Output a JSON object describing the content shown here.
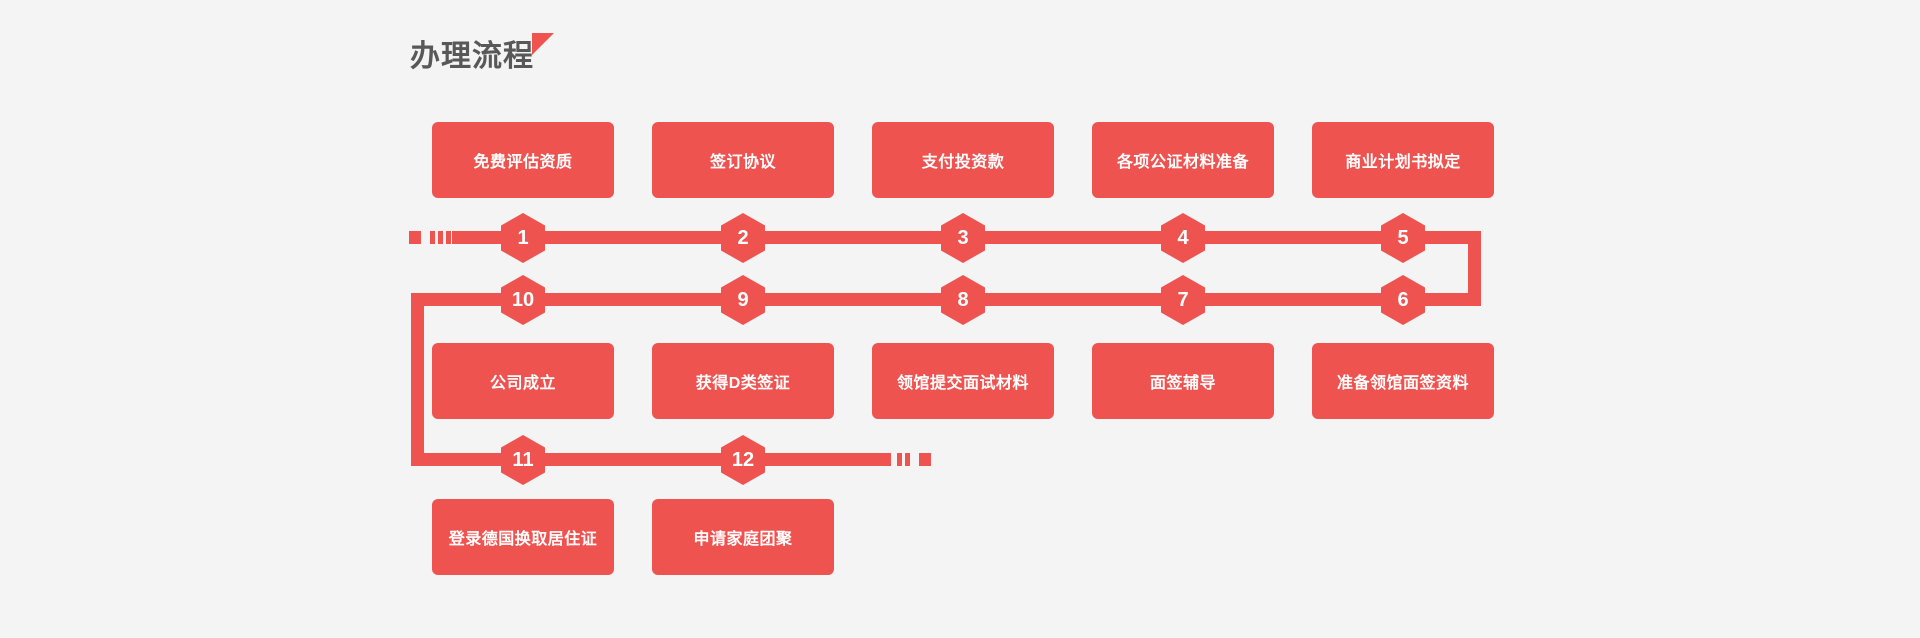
{
  "page": {
    "background_color": "#f4f4f4",
    "accent_color": "#ef5350",
    "title_color": "#585858"
  },
  "header": {
    "title": "办理流程",
    "accent_shape": "triangle"
  },
  "flow": {
    "rows": [
      {
        "row_index": 1,
        "direction": "left-to-right",
        "start_cap": true,
        "boxes": [
          {
            "step": 1,
            "label": "免费评估资质"
          },
          {
            "step": 2,
            "label": "签订协议"
          },
          {
            "step": 3,
            "label": "支付投资款"
          },
          {
            "step": 4,
            "label": "各项公证材料准备"
          },
          {
            "step": 5,
            "label": "商业计划书拟定"
          }
        ],
        "markers": [
          "1",
          "2",
          "3",
          "4",
          "5"
        ]
      },
      {
        "row_index": 2,
        "direction": "right-to-left",
        "boxes": [
          {
            "step": 10,
            "label": "公司成立"
          },
          {
            "step": 9,
            "label": "获得D类签证"
          },
          {
            "step": 8,
            "label": "领馆提交面试材料"
          },
          {
            "step": 7,
            "label": "面签辅导"
          },
          {
            "step": 6,
            "label": "准备领馆面签资料"
          }
        ],
        "markers": [
          "10",
          "9",
          "8",
          "7",
          "6"
        ]
      },
      {
        "row_index": 3,
        "direction": "left-to-right",
        "end_cap": true,
        "boxes": [
          {
            "step": 11,
            "label": "登录德国换取居住证"
          },
          {
            "step": 12,
            "label": "申请家庭团聚"
          }
        ],
        "markers": [
          "11",
          "12"
        ]
      }
    ]
  }
}
